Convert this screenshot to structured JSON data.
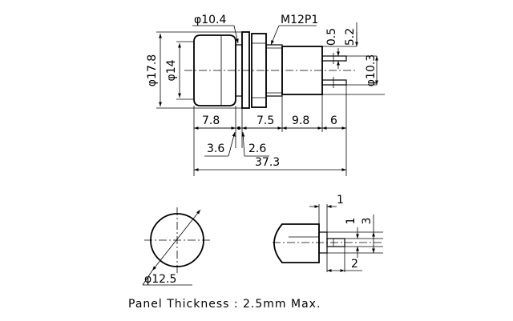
{
  "top_view": {
    "dim_head_dia": "φ10.4",
    "dim_thread": "M12P1",
    "dim_flange_dia": "φ17.8",
    "dim_body_dia": "φ14",
    "dim_terminal_thickness": "0.5",
    "dim_terminal_span": "5.2",
    "dim_terminal_dia": "φ10.3",
    "dim_head_len": "7.8",
    "dim_thread_len": "7.5",
    "dim_housing_len": "9.8",
    "dim_terminal_len": "6",
    "dim_left_gap": "3.6",
    "dim_right_gap": "2.6",
    "dim_total_len": "37.3"
  },
  "panel_cutout": {
    "dim_hole_dia": "φ12.5"
  },
  "side_detail": {
    "dim_gap_top": "1",
    "dim_tab_small": "1",
    "dim_tab_width": "3",
    "dim_tab_len": "2"
  },
  "note": "Panel Thickness : 2.5mm Max."
}
